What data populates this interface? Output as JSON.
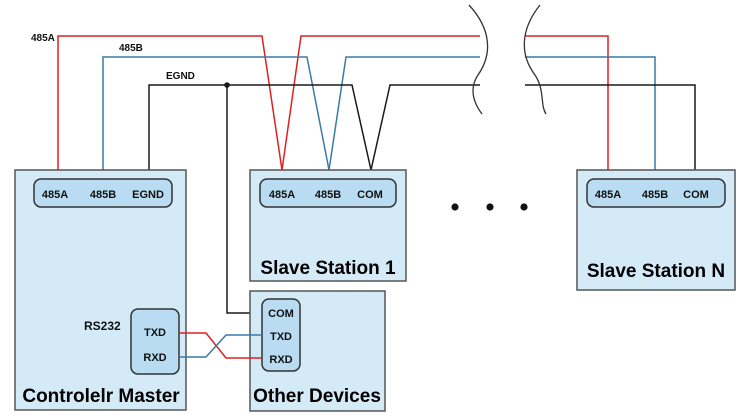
{
  "colors": {
    "red_wire": "#e02020",
    "blue_wire": "#3a7aa5",
    "black_wire": "#1a1a1a",
    "box_fill": "#d4eaf7",
    "pill_fill": "#b9dcf2"
  },
  "bus_labels": {
    "a": "485A",
    "b": "485B",
    "gnd": "EGND"
  },
  "master": {
    "title": "Controlelr Master",
    "ports": [
      "485A",
      "485B",
      "EGND"
    ],
    "rs232_label": "RS232",
    "rs232_ports": [
      "TXD",
      "RXD"
    ]
  },
  "slave1": {
    "title": "Slave Station 1",
    "ports": [
      "485A",
      "485B",
      "COM"
    ]
  },
  "slaveN": {
    "title": "Slave Station N",
    "ports": [
      "485A",
      "485B",
      "COM"
    ]
  },
  "other": {
    "title": "Other Devices",
    "ports": [
      "COM",
      "TXD",
      "RXD"
    ]
  },
  "ellipsis_icon": "ellipsis-icon",
  "break_icon": "wire-break-icon"
}
